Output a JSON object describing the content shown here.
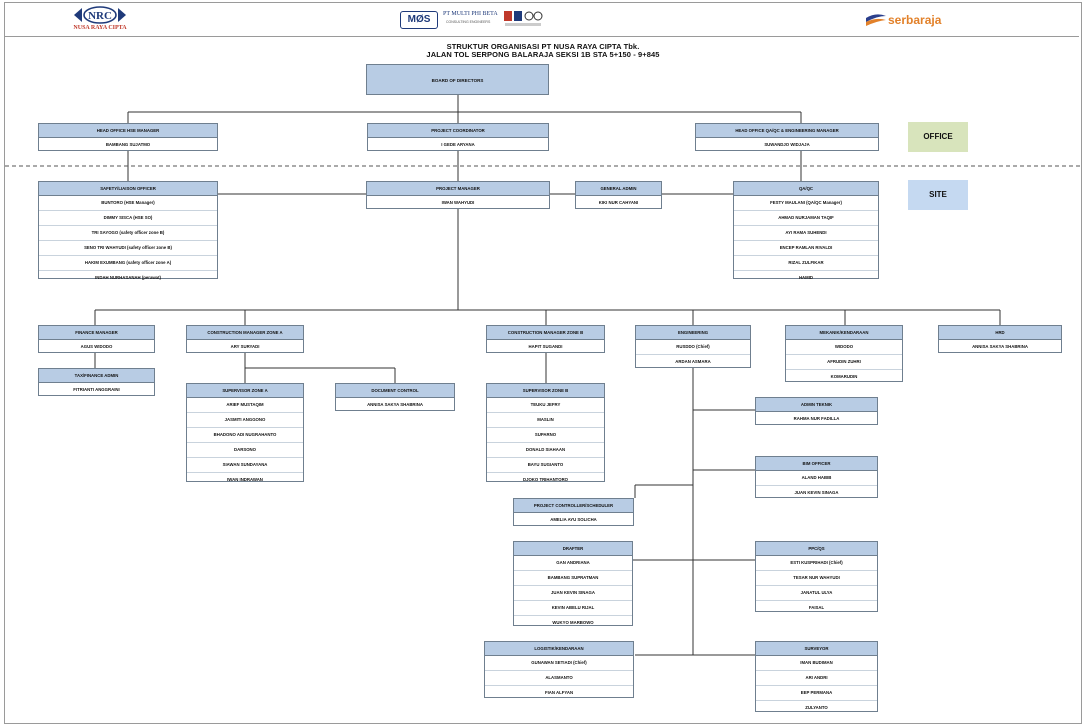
{
  "header": {
    "nrc_logo_text": "NRC",
    "nrc_name": "NUSA RAYA CIPTA",
    "mos_logo": "MØS",
    "mos_company": "PT MULTI PHI BETA",
    "mos_sub": "CONSULTING ENGINEERS",
    "serbaraja_brand": "serbaraja"
  },
  "title": {
    "line1": "STRUKTUR ORGANISASI PT NUSA RAYA CIPTA Tbk.",
    "line2": "JALAN TOL SERPONG BALARAJA SEKSI 1B STA 5+150 - 9+845"
  },
  "tags": {
    "office": "OFFICE",
    "site": "SITE"
  },
  "boxes": {
    "bod": {
      "title": "BOARD OF DIRECTORS",
      "members": []
    },
    "hse_mgr": {
      "title": "HEAD OFFICE HSE MANAGER",
      "members": [
        "BAMBANG SUJATMO"
      ]
    },
    "proj_coord": {
      "title": "PROJECT COORDINATOR",
      "members": [
        "I GEDE ARYANA"
      ]
    },
    "qaqc_mgr": {
      "title": "HEAD OFFICE QA/QC & ENGINEERING MANAGER",
      "members": [
        "SUWANDJO WIDJAJA"
      ]
    },
    "safety": {
      "title": "SAFETY/LIAISON OFFICER",
      "members": [
        "BUNTORO (HSE Manager)",
        "DIMMY SISCA (HSE SO)",
        "TRI SAYOGO (safety officer zone B)",
        "SENO TRI WAHYUDI (safety officer zone B)",
        "HAKIM EXUMBANG (safety officer zone A)",
        "INDAH NURHASANAH (perawat)"
      ]
    },
    "pm": {
      "title": "PROJECT MANAGER",
      "members": [
        "IWAN WAHYUDI"
      ]
    },
    "gen_admin": {
      "title": "GENERAL ADMIN",
      "members": [
        "KIKI NUR CAHYANI"
      ]
    },
    "qaqc": {
      "title": "QA/QC",
      "members": [
        "FESTY MAULANI (QA/QC Manager)",
        "AHMAD NURJAMAN TAQIF",
        "AYI RAMA SUHENDI",
        "ENCEP RAMLAN RIVALDI",
        "RIZAL ZULFIKAR",
        "HAMID"
      ]
    },
    "finance": {
      "title": "FINANCE MANAGER",
      "members": [
        "AGUS WIDODO"
      ]
    },
    "tax": {
      "title": "TAX/FINANCE ADMIN",
      "members": [
        "FITRIANTI ANGGRAINI"
      ]
    },
    "cm_a": {
      "title": "CONSTRUCTION MANAGER ZONE A",
      "members": [
        "ARY SURYADI"
      ]
    },
    "sup_a": {
      "title": "SUPERVISOR ZONE A",
      "members": [
        "ARIEF MUSTAQIM",
        "JASMITI ANGGONO",
        "BHADONO ADI NUGRAHANTO",
        "DARSONO",
        "SIAWAN SUNDAYANA",
        "IWAN INDRAWAN"
      ]
    },
    "doc_ctrl": {
      "title": "DOCUMENT CONTROL",
      "members": [
        "ANNISA SAKYA SHABRINA"
      ]
    },
    "cm_b": {
      "title": "CONSTRUCTION MANAGER ZONE B",
      "members": [
        "HAPIT SUGANDI"
      ]
    },
    "sup_b": {
      "title": "SUPERVISOR ZONE B",
      "members": [
        "TEUKU JEFRY",
        "MASLIN",
        "SUPARNO",
        "DONALD SIAHAAN",
        "BAYU SUGIANTO",
        "DJOKO TRIHANTORO"
      ]
    },
    "engineering": {
      "title": "ENGINEERING",
      "members": [
        "RUSDDO (Chief)",
        "ARDAN ASMARA"
      ]
    },
    "mekanik": {
      "title": "MEKANIK/KENDARAAN",
      "members": [
        "WIDODO",
        "AFRUDIN ZUHRI",
        "KOMARUDIN"
      ]
    },
    "hrd": {
      "title": "HRD",
      "members": [
        "ANNISA SAKYA SHABRINA"
      ]
    },
    "admin_teknik": {
      "title": "ADMIN TEKNIK",
      "members": [
        "RAHMA NUR FADILLA"
      ]
    },
    "bim": {
      "title": "BIM OFFICER",
      "members": [
        "ALAND HABIB",
        "JUAN KEVIN SINAGA"
      ]
    },
    "proj_ctrl": {
      "title": "PROJECT CONTROLLER/SCHEDULER",
      "members": [
        "AMELIA AYU SOLICHA"
      ]
    },
    "drafter": {
      "title": "DRAFTER",
      "members": [
        "GAN ANDRIANA",
        "BAMBANG SUPRATMAN",
        "JUAN KEVIN SINAGA",
        "KEVIN ABELU RIJAL",
        "WUKYO MARBOWO"
      ]
    },
    "ppc": {
      "title": "PPC/QS",
      "members": [
        "ESTI KUSPRIHADI (Chief)",
        "TESAR NUR WAHYUDI",
        "JANATUL ULYA",
        "FAISAL"
      ]
    },
    "logistik": {
      "title": "LOGISTIK/KENDARAAN",
      "members": [
        "GUNAWAN SETIADI (Chief)",
        "ALASMANTO",
        "FIAN ALFYAN"
      ]
    },
    "surveyor": {
      "title": "SURVEYOR",
      "members": [
        "IMAN BUDIMAN",
        "ARI ANDRI",
        "EEP PERMANA",
        "ZULYANTO"
      ]
    }
  }
}
